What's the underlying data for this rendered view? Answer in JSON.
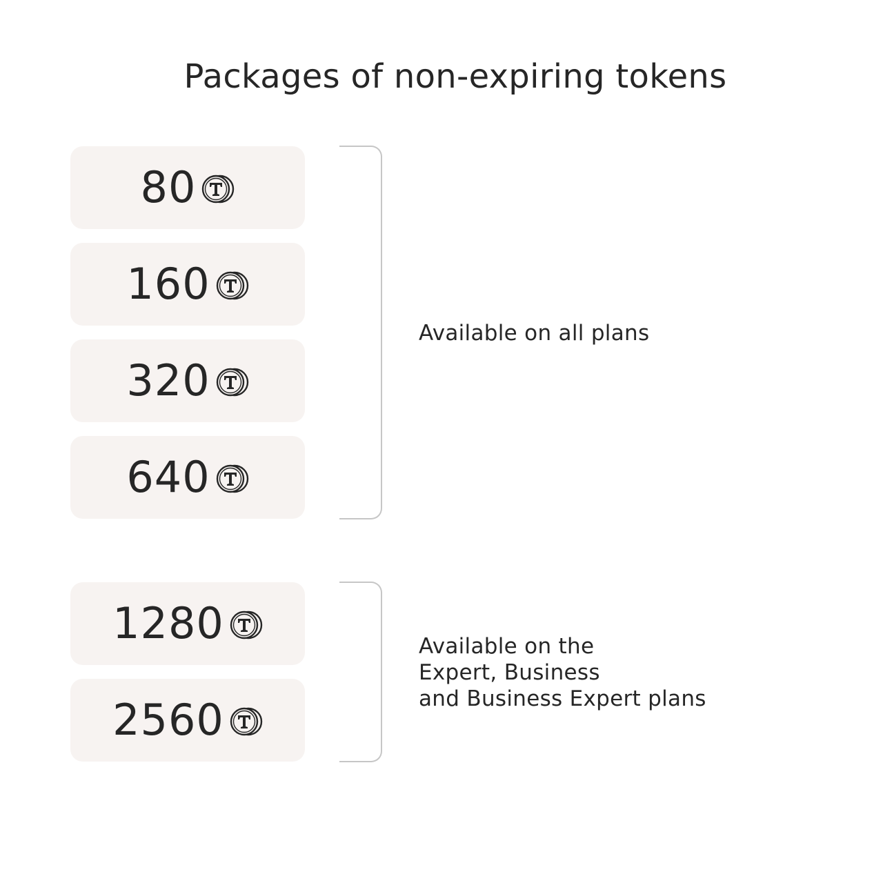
{
  "title": "Packages of non-expiring tokens",
  "token_icon": "token-coin-icon",
  "colors": {
    "tile_background": "#f7f3f1",
    "text": "#262626",
    "bracket": "#c6c6c6"
  },
  "groups": [
    {
      "label_lines": [
        "Available on all plans"
      ],
      "packages": [
        {
          "amount": "80"
        },
        {
          "amount": "160"
        },
        {
          "amount": "320"
        },
        {
          "amount": "640"
        }
      ]
    },
    {
      "label_lines": [
        "Available on the",
        "Expert, Business",
        "and Business Expert plans"
      ],
      "packages": [
        {
          "amount": "1280"
        },
        {
          "amount": "2560"
        }
      ]
    }
  ]
}
